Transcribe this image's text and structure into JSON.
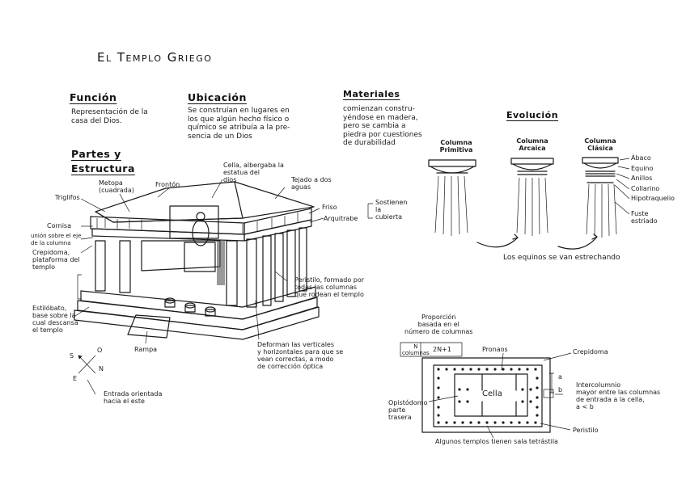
{
  "title": "El Templo Griego",
  "funcion": {
    "heading": "Función",
    "text": "Representación de la\ncasa del Dios."
  },
  "ubicacion": {
    "heading": "Ubicación",
    "text": "Se construían en lugares en\nlos que algún hecho físico o\nquímico se atribuía a la pre-\nsencia de un Dios"
  },
  "materiales": {
    "heading": "Materiales",
    "text": "comienzan constru-\nyéndose en madera,\npero se cambia a\npiedra por cuestiones\nde durabilidad"
  },
  "partes": {
    "heading": "Partes y\nEstructura",
    "labels": {
      "metopa": "Metopa\n(cuadrada)",
      "fronton": "Frontón",
      "triglifos": "Triglifos",
      "cella": "Cella, albergaba la\nestatua del\ndios",
      "tejado": "Tejado a dos\naguas",
      "friso": "Friso",
      "arquitrabe": "Arquitrabe",
      "sostienen": "Sostienen\nla\ncubierta",
      "cornisa": "Cornisa",
      "union": "unión sobre el eje\nde la columna",
      "crepidoma": "Crepidoma,\nplataforma del\ntemplo",
      "estilobato": "Estilóbato,\nbase sobre la\ncual descansa\nel templo",
      "rampa": "Rampa",
      "peristilo": "Peristilo, formado por\ntodas las columnas\nque rodean el templo",
      "deforman": "Deforman las verticales\ny horizontales para que se\nvean correctas, a modo\nde corrección óptica",
      "entrada": "Entrada orientada\nhacia el este"
    },
    "compass": {
      "s": "S",
      "o": "O",
      "n": "N",
      "e": "E"
    }
  },
  "evolucion": {
    "heading": "Evolución",
    "columns": [
      {
        "label": "Columna\nPrimitiva"
      },
      {
        "label": "Columna\nArcaica"
      },
      {
        "label": "Columna\nClásica"
      }
    ],
    "parts": [
      "Ábaco",
      "Equino",
      "Anillos",
      "Collarino",
      "Hipotraquelio",
      "Fuste\nestriado"
    ],
    "note": "Los equinos se van estrechando"
  },
  "planta": {
    "proporcion": "Proporción\nbasada en el\nnúmero de columnas",
    "ratio_left": "N\ncolumnas",
    "ratio_right": "2N+1",
    "pronaos": "Pronaos",
    "crepidoma": "Crepidoma",
    "cella": "Cella",
    "opistodomo": "Opistódomo\nparte\ntrasera",
    "a": "a",
    "b": "b",
    "intercolumnio": "Intercolumnio\nmayor entre las columnas\nde entrada a la cella,\na < b",
    "peristilo": "Peristilo",
    "tetrastila": "Algunos templos tienen sala tetrástila"
  }
}
